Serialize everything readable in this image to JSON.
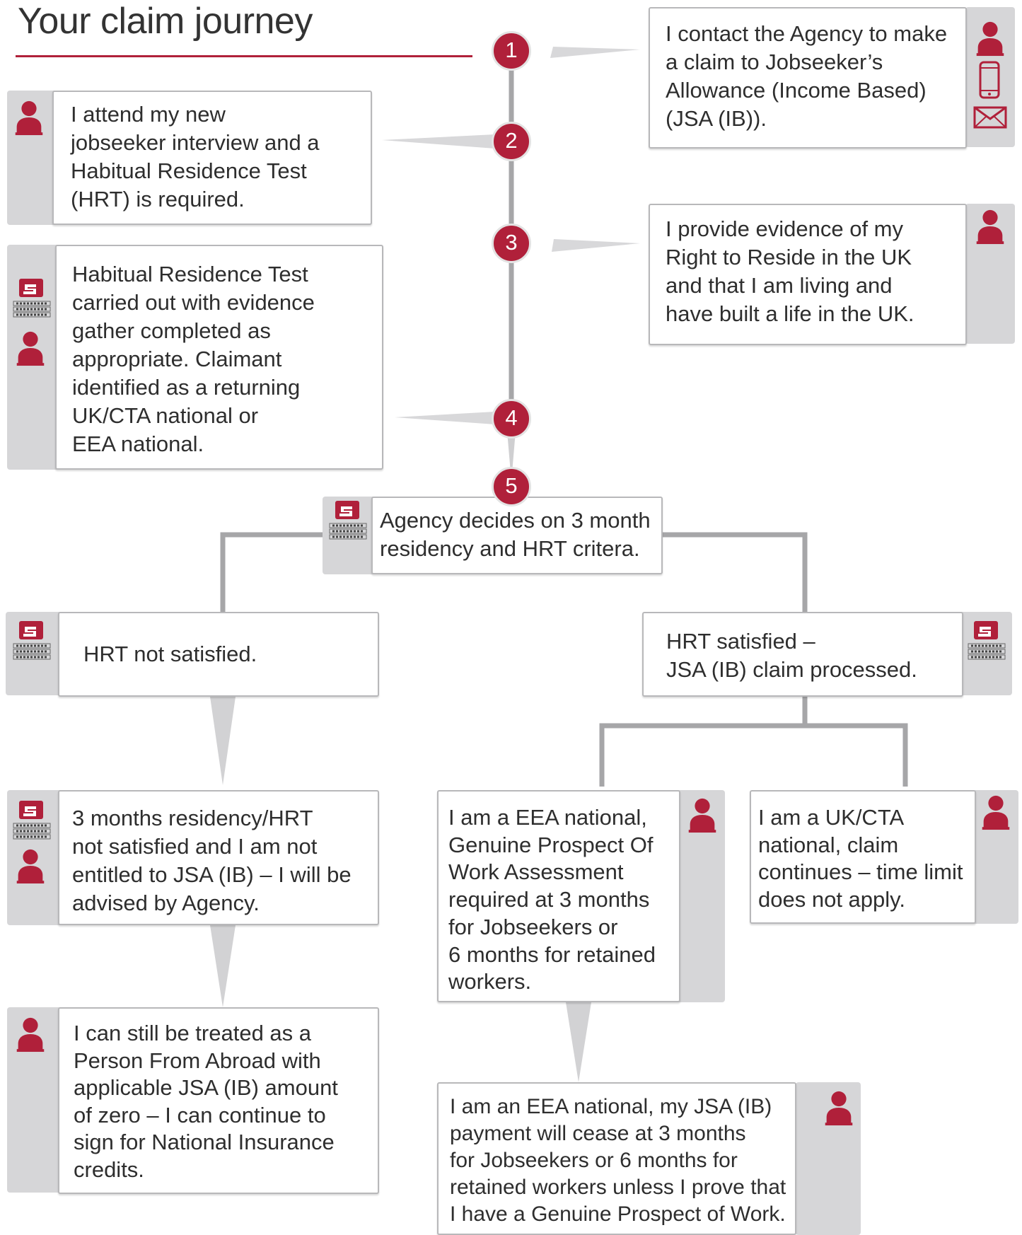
{
  "title": "Your claim journey",
  "colors": {
    "accent": "#b0203a",
    "tab": "#d6d6d8",
    "connector": "#a6a6a8"
  },
  "steps": [
    "1",
    "2",
    "3",
    "4",
    "5"
  ],
  "boxes": {
    "step1": "I contact the Agency to make\na claim to Jobseeker’s\nAllowance (Income Based)\n(JSA (IB)).",
    "step2": "I attend my new\njobseeker interview and a\nHabitual Residence Test\n(HRT) is required.",
    "step3": "I provide evidence of my\nRight to Reside in the UK\nand that I am living and\nhave built a life in the UK.",
    "step4": "Habitual Residence Test\ncarried out with evidence\ngather completed as\nappropriate. Claimant\nidentified as a returning\nUK/CTA national or\nEEA national.",
    "step5": "Agency decides on 3 month\nresidency and HRT critera.",
    "hrt_not": "HRT not satisfied.",
    "hrt_yes": "HRT satisfied –\nJSA (IB) claim processed.",
    "not_entitled": "3 months residency/HRT\nnot satisfied and I am not\nentitled to JSA (IB) – I will be\nadvised by Agency.",
    "pfa": "I can still be treated as a\nPerson From Abroad with\napplicable JSA (IB) amount\nof zero – I can continue to\nsign for National Insurance\ncredits.",
    "eea_gpow": "I am a EEA national,\nGenuine Prospect Of\nWork Assessment\nrequired at 3 months\nfor Jobseekers or\n6 months for retained\nworkers.",
    "uk_cta": "I am a UK/CTA\nnational, claim\ncontinues – time limit\ndoes not apply.",
    "eea_cease": "I am an EEA national, my JSA (IB)\npayment will cease at 3 months\nfor Jobseekers or 6 months for\nretained workers unless I prove that\nI have a Genuine Prospect of Work."
  },
  "icons": [
    "person-icon",
    "phone-icon",
    "envelope-icon",
    "agency-logo-icon"
  ]
}
